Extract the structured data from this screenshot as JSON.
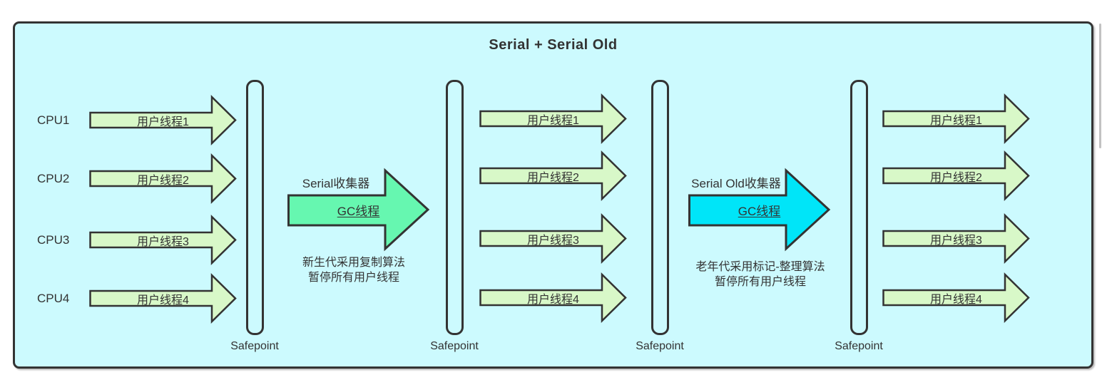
{
  "title": "Serial + Serial Old",
  "cpus": [
    "CPU1",
    "CPU2",
    "CPU3",
    "CPU4"
  ],
  "thread_columns": {
    "after_start": [
      "用户线程1",
      "用户线程2",
      "用户线程3",
      "用户线程4"
    ],
    "after_serial_gc": [
      "用户线程1",
      "用户线程2",
      "用户线程3",
      "用户线程4"
    ],
    "after_serial_old_gc": [
      "用户线程1",
      "用户线程2",
      "用户线程3",
      "用户线程4"
    ]
  },
  "safepoints": [
    "Safepoint",
    "Safepoint",
    "Safepoint",
    "Safepoint"
  ],
  "serial_collector": {
    "name": "Serial收集器",
    "gc_thread_label": "GC线程",
    "desc_line1": "新生代采用复制算法",
    "desc_line2": "暂停所有用户线程"
  },
  "serial_old_collector": {
    "name": "Serial Old收集器",
    "gc_thread_label": "GC线程",
    "desc_line1": "老年代采用标记-整理算法",
    "desc_line2": "暂停所有用户线程"
  },
  "colors": {
    "panel_bg": "#ccfafe",
    "user_thread_fill": "#d8f8c8",
    "serial_gc_fill": "#66f7b0",
    "serial_old_gc_fill": "#00e5f8",
    "stroke": "#333333"
  }
}
